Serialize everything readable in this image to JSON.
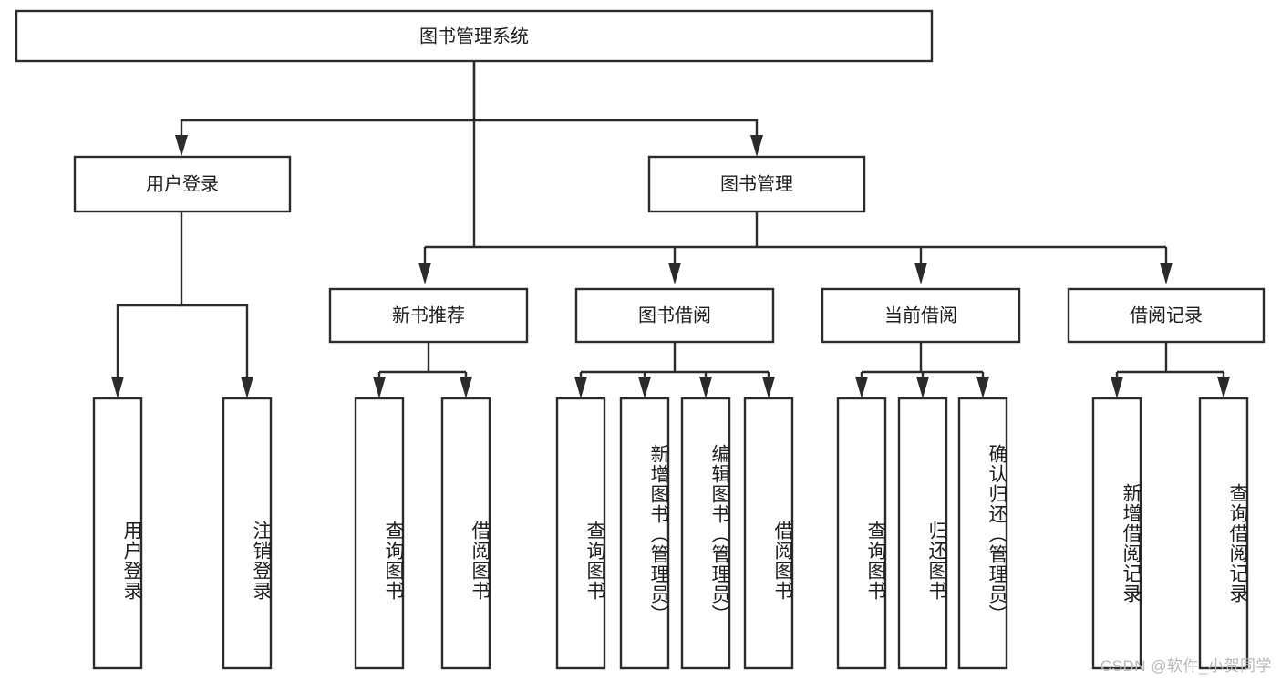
{
  "diagram": {
    "type": "tree-hierarchy",
    "title": "图书管理系统",
    "watermark": "CSDN @软件_小贺同学",
    "colors": {
      "background": "#ffffff",
      "box_fill": "#ffffff",
      "box_stroke": "#2b2b2b",
      "text": "#1d1d1d",
      "watermark": "#b9b9b9"
    },
    "root": {
      "label": "图书管理系统",
      "orientation": "horizontal"
    },
    "level2": [
      {
        "label": "用户登录",
        "orientation": "horizontal"
      },
      {
        "label": "图书管理",
        "orientation": "horizontal"
      }
    ],
    "level3": [
      {
        "label": "新书推荐",
        "orientation": "horizontal"
      },
      {
        "label": "图书借阅",
        "orientation": "horizontal"
      },
      {
        "label": "当前借阅",
        "orientation": "horizontal"
      },
      {
        "label": "借阅记录",
        "orientation": "horizontal"
      }
    ],
    "leaves": {
      "user_login": [
        {
          "label": "用户登录",
          "orientation": "vertical"
        },
        {
          "label": "注销登录",
          "orientation": "vertical"
        }
      ],
      "new_book_recommend": [
        {
          "label": "查询图书",
          "orientation": "vertical"
        },
        {
          "label": "借阅图书",
          "orientation": "vertical"
        }
      ],
      "book_borrow": [
        {
          "label": "查询图书",
          "orientation": "vertical"
        },
        {
          "label": "新增图书（管理员）",
          "orientation": "vertical"
        },
        {
          "label": "编辑图书（管理员）",
          "orientation": "vertical"
        },
        {
          "label": "借阅图书",
          "orientation": "vertical"
        }
      ],
      "current_borrow": [
        {
          "label": "查询图书",
          "orientation": "vertical"
        },
        {
          "label": "归还图书",
          "orientation": "vertical"
        },
        {
          "label": "确认归还（管理员）",
          "orientation": "vertical"
        }
      ],
      "borrow_record": [
        {
          "label": "新增借阅记录",
          "orientation": "vertical"
        },
        {
          "label": "查询借阅记录",
          "orientation": "vertical"
        }
      ]
    }
  }
}
